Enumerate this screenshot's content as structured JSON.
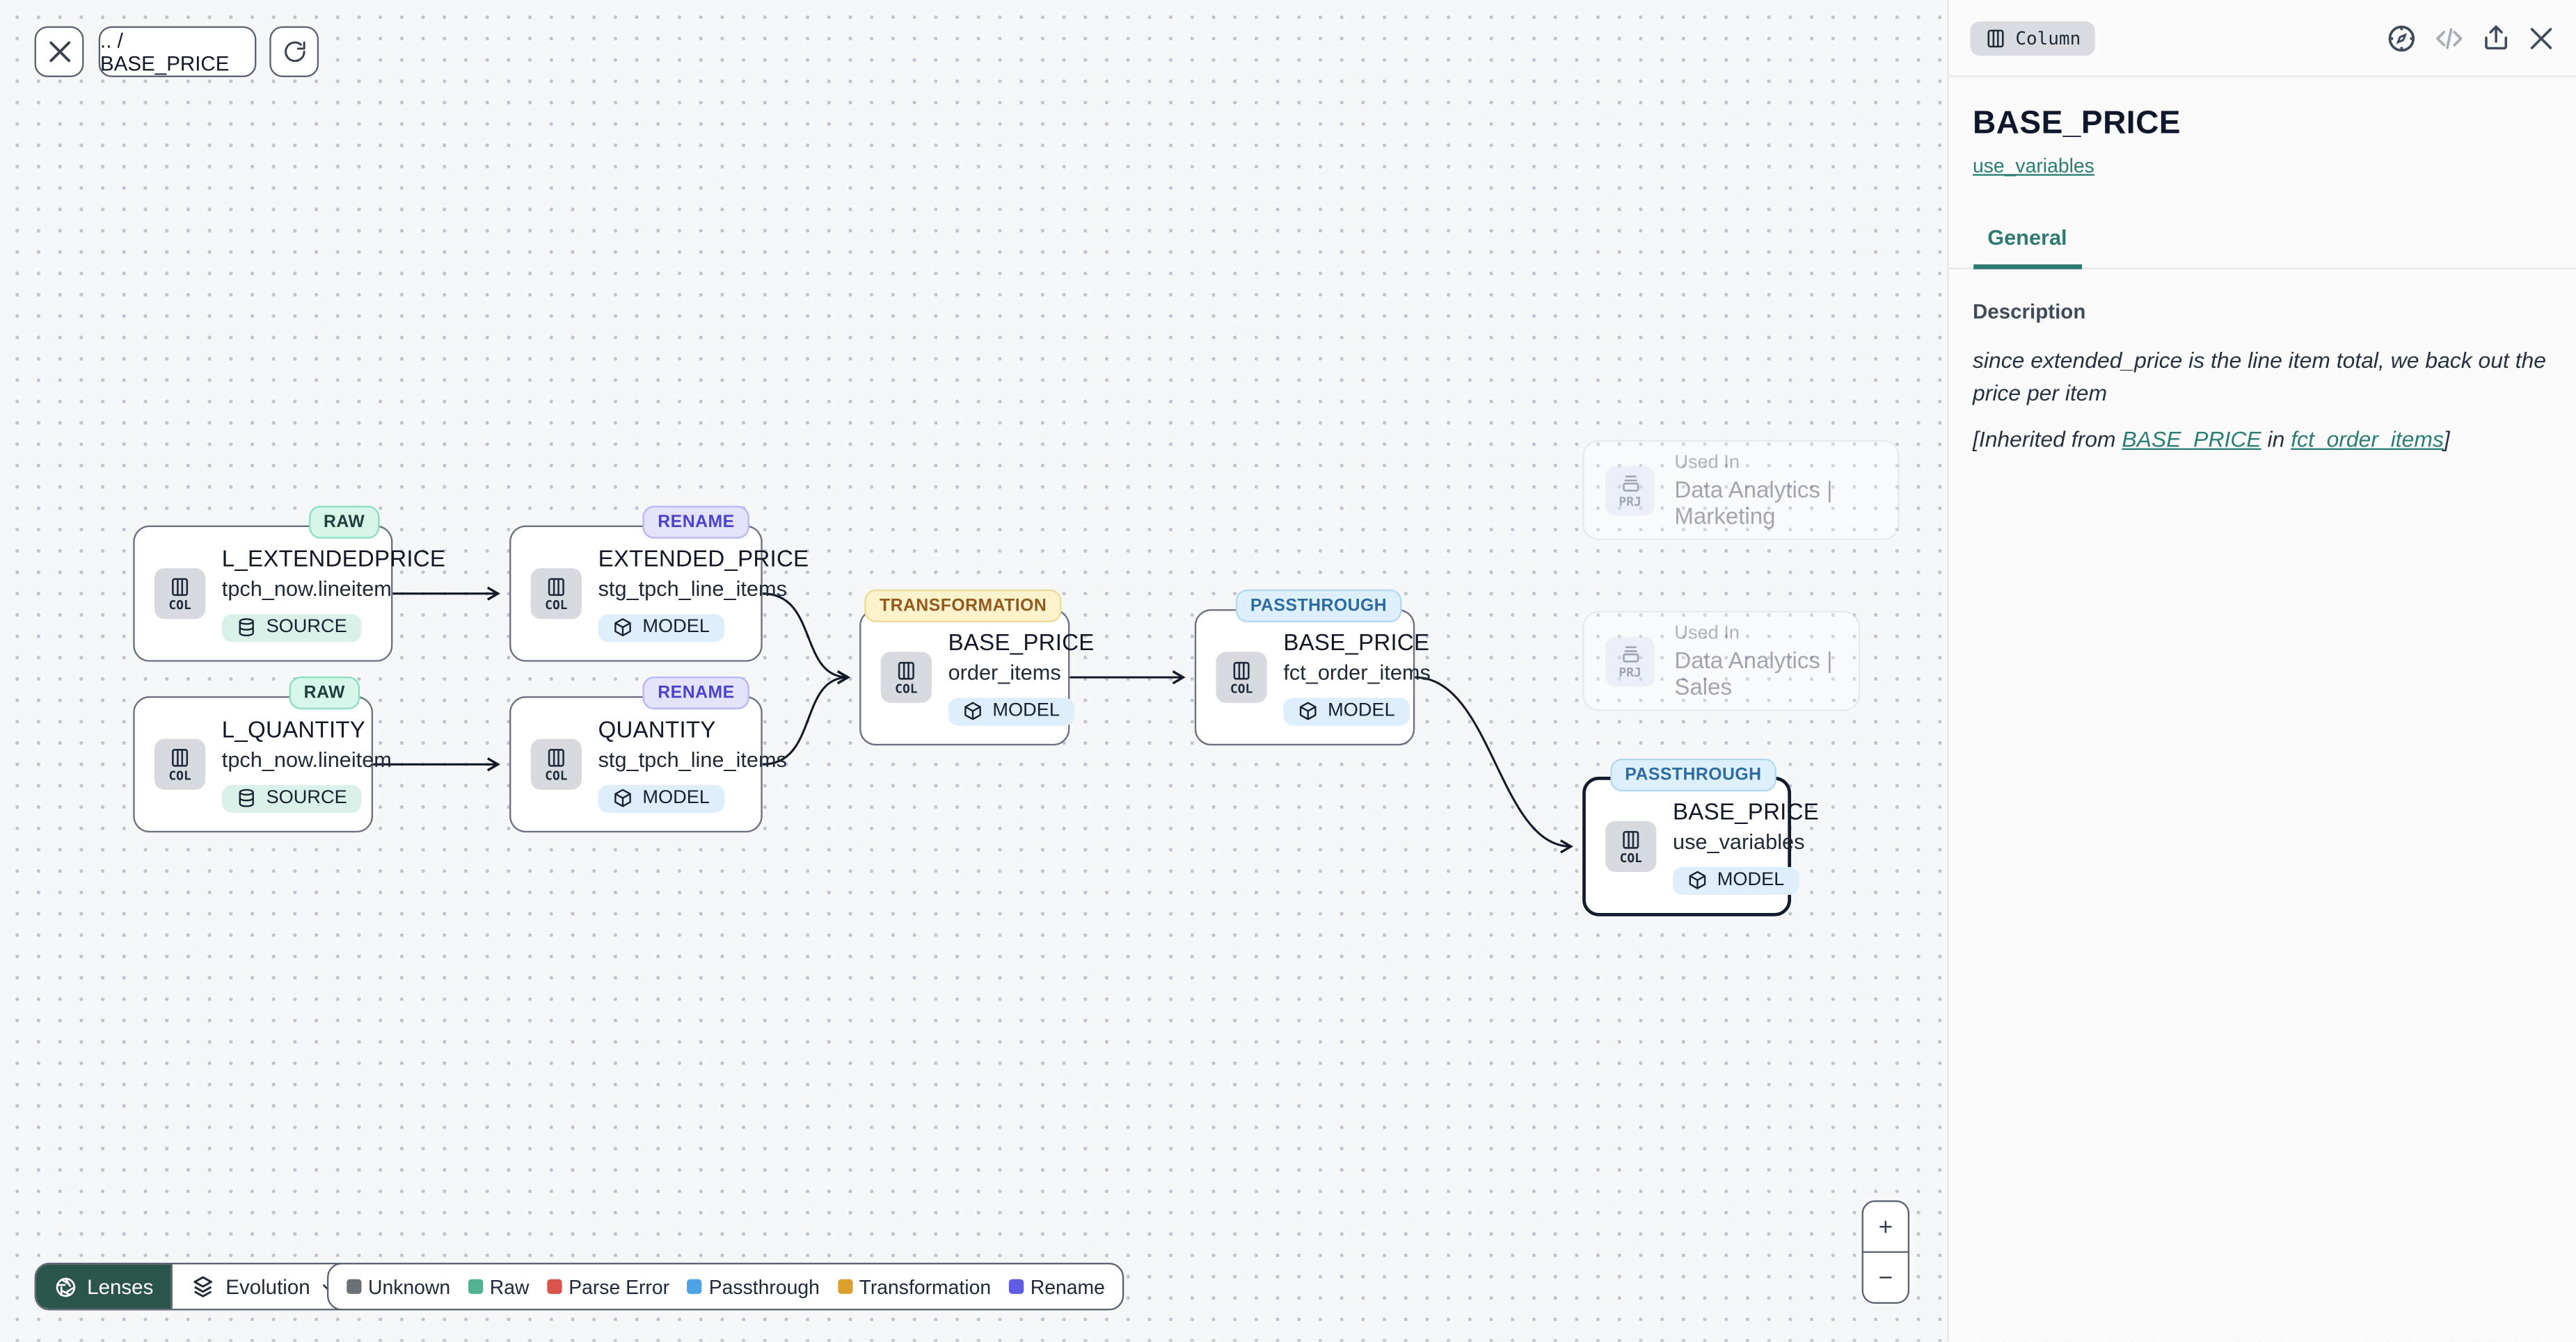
{
  "toolbar": {
    "breadcrumb": ".. / BASE_PRICE"
  },
  "graph": {
    "col_label": "COL",
    "prj_label": "PRJ",
    "nodes": [
      {
        "badge": "RAW",
        "title": "L_EXTENDEDPRICE",
        "subtitle": "tpch_now.lineitem",
        "type": "SOURCE"
      },
      {
        "badge": "RAW",
        "title": "L_QUANTITY",
        "subtitle": "tpch_now.lineitem",
        "type": "SOURCE"
      },
      {
        "badge": "RENAME",
        "title": "EXTENDED_PRICE",
        "subtitle": "stg_tpch_line_items",
        "type": "MODEL"
      },
      {
        "badge": "RENAME",
        "title": "QUANTITY",
        "subtitle": "stg_tpch_line_items",
        "type": "MODEL"
      },
      {
        "badge": "TRANSFORMATION",
        "title": "BASE_PRICE",
        "subtitle": "order_items",
        "type": "MODEL"
      },
      {
        "badge": "PASSTHROUGH",
        "title": "BASE_PRICE",
        "subtitle": "fct_order_items",
        "type": "MODEL"
      },
      {
        "badge": "PASSTHROUGH",
        "title": "BASE_PRICE",
        "subtitle": "use_variables",
        "type": "MODEL"
      }
    ],
    "ghosts": [
      {
        "label": "Used In",
        "name": "Data Analytics | Marketing"
      },
      {
        "label": "Used In",
        "name": "Data Analytics | Sales"
      }
    ]
  },
  "lenses": {
    "button": "Lenses",
    "selected": "Evolution"
  },
  "legend": {
    "items": [
      {
        "label": "Unknown",
        "color": "#6b6f76"
      },
      {
        "label": "Raw",
        "color": "#4fb392"
      },
      {
        "label": "Parse Error",
        "color": "#d9534b"
      },
      {
        "label": "Passthrough",
        "color": "#4ba3e3"
      },
      {
        "label": "Transformation",
        "color": "#dd9f2f"
      },
      {
        "label": "Rename",
        "color": "#5f5ce6"
      }
    ]
  },
  "zoom": {
    "in": "+",
    "out": "−"
  },
  "panel": {
    "badge": "Column",
    "title": "BASE_PRICE",
    "model_link": "use_variables",
    "tab": "General",
    "section": "Description",
    "description": "since extended_price is the line item total, we back out the price per item",
    "inherited_prefix": "[Inherited from ",
    "inherited_link_column": "BASE_PRICE",
    "inherited_mid": " in ",
    "inherited_link_model": "fct_order_items",
    "inherited_suffix": "]"
  }
}
